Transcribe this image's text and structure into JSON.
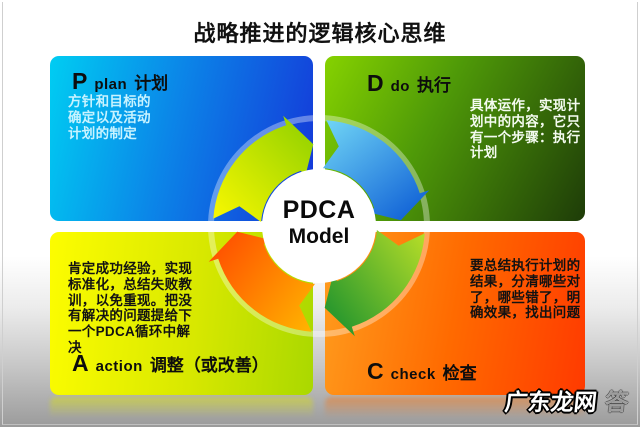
{
  "page": {
    "title": "战略推进的逻辑核心思维"
  },
  "center": {
    "line1": "PDCA",
    "line2": "Model"
  },
  "quadrants": {
    "plan": {
      "letter": "P",
      "en": "plan",
      "zh": "计划",
      "body": "方针和目标的\n确定以及活动\n计划的制定"
    },
    "do": {
      "letter": "D",
      "en": "do",
      "zh": "执行",
      "body": "具体运作，实现计\n划中的内容，它只\n有一个步骤：执行\n计划"
    },
    "check": {
      "letter": "C",
      "en": "check",
      "zh": "检查",
      "body": "要总结执行计划的\n结果，分清哪些对\n了，哪些错了，明\n确效果，找出问题"
    },
    "action": {
      "letter": "A",
      "en": "action",
      "zh": "调整（或改善）",
      "body": "肯定成功经验，实现\n标准化，总结失败教\n训，以免重现。把没\n有解决的问题提给下\n一个PDCA循环中解\n决"
    }
  },
  "watermark": {
    "text": "广东龙网",
    "ghost": "答"
  },
  "colors": {
    "title": "#111111",
    "plan_gradient": [
      "#00cdf2",
      "#1535d8"
    ],
    "do_gradient": [
      "#86d200",
      "#1e3c08"
    ],
    "action_gradient": [
      "#fdfd00",
      "#aad800"
    ],
    "check_gradient": [
      "#ff9d1e",
      "#ff3a00"
    ],
    "arrow_plan": [
      "#f7f700",
      "#9ad400"
    ],
    "arrow_do": [
      "#6fd4f5",
      "#1668d8"
    ],
    "arrow_check": [
      "#b4dc28",
      "#2d9a2d"
    ],
    "arrow_action": [
      "#ffb400",
      "#ff5500"
    ],
    "plan_body_text": "#c8f3ff",
    "do_body_text": "#f4fbf0",
    "dark_body_text": "#121212"
  }
}
